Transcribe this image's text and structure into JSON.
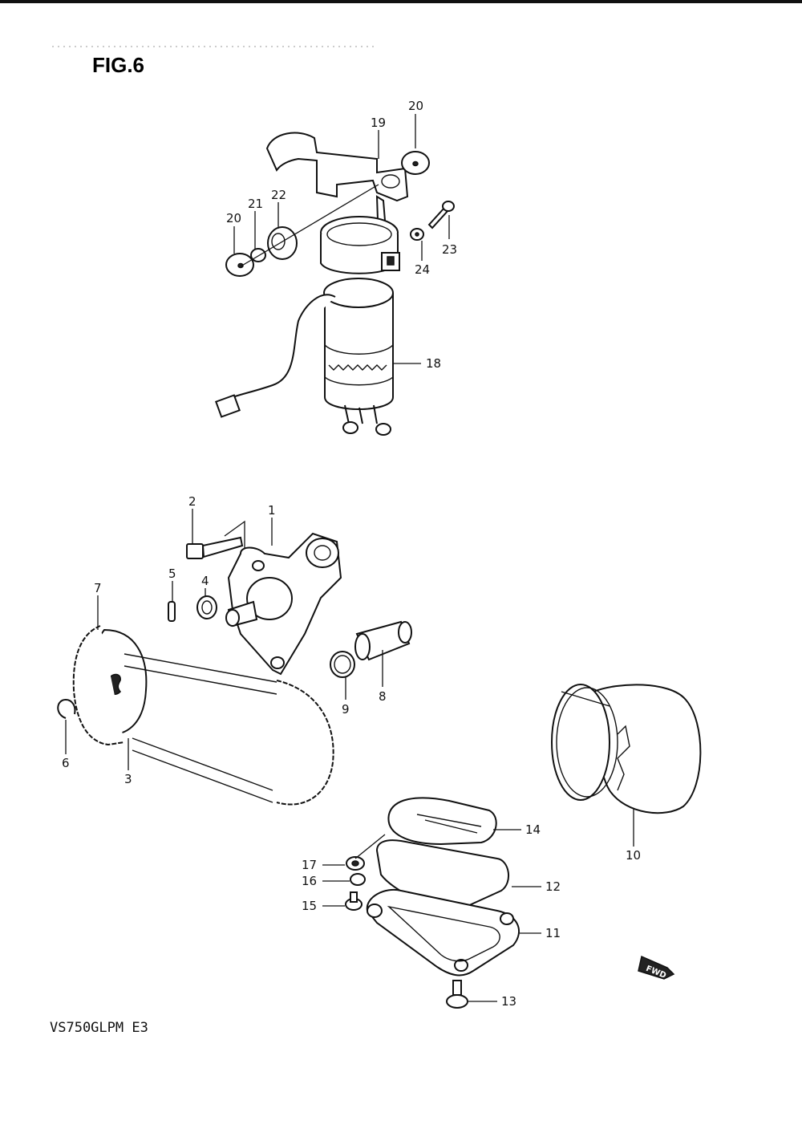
{
  "header": {
    "figure_title": "FIG.6"
  },
  "footer": {
    "model_code": "VS750GLPM E3"
  },
  "direction_badge": {
    "text": "FWD"
  },
  "callouts": {
    "c1": "1",
    "c2": "2",
    "c3": "3",
    "c4": "4",
    "c5": "5",
    "c6": "6",
    "c7": "7",
    "c8": "8",
    "c9": "9",
    "c10": "10",
    "c11": "11",
    "c12": "12",
    "c13": "13",
    "c14": "14",
    "c15": "15",
    "c16": "16",
    "c17": "17",
    "c18": "18",
    "c19": "19",
    "c20a": "20",
    "c20b": "20",
    "c21": "21",
    "c22": "22",
    "c23": "23",
    "c24": "24"
  }
}
